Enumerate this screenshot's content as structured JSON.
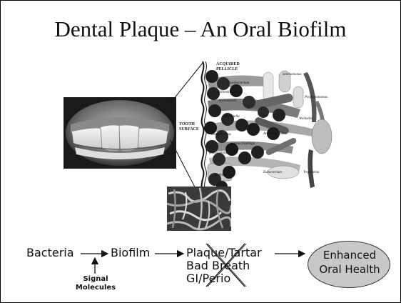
{
  "slide": {
    "title": "Dental Plaque – An Oral Biofilm"
  },
  "diagram": {
    "pellicle_label_1": "ACQUIRED",
    "pellicle_label_2": "PELLICLE",
    "surface_label_1": "TOOTH",
    "surface_label_2": "SURFACE",
    "bacteria": {
      "selenomonas": "Selenomonas",
      "fusobacterium": "Fusobacterium",
      "veillonella": "Veillonella",
      "actinomyces": "Actinomyces",
      "porphyromonas": "Porphyromonas",
      "wolinella": "Wolinella",
      "prevotella": "Prevotella",
      "streptococcus": "Streptococcus",
      "actinobacillus": "Actinobacillus",
      "capnocytophaga": "Capnocytophaga",
      "haemophilus": "Haemophilus",
      "eubacterium": "Eubacterium",
      "treponema": "Treponema",
      "rothia": "Rothia"
    }
  },
  "flow": {
    "bacteria": "Bacteria",
    "biofilm": "Biofilm",
    "plaque_tartar": "Plaque/Tartar",
    "bad_breath": "Bad Breath",
    "gi_perio": "GI/Perio",
    "enhanced_1": "Enhanced",
    "enhanced_2": "Oral Health",
    "signal_1": "Signal",
    "signal_2": "Molecules"
  },
  "colors": {
    "ellipse_fill": "#c8c8c8",
    "line": "#111111"
  }
}
